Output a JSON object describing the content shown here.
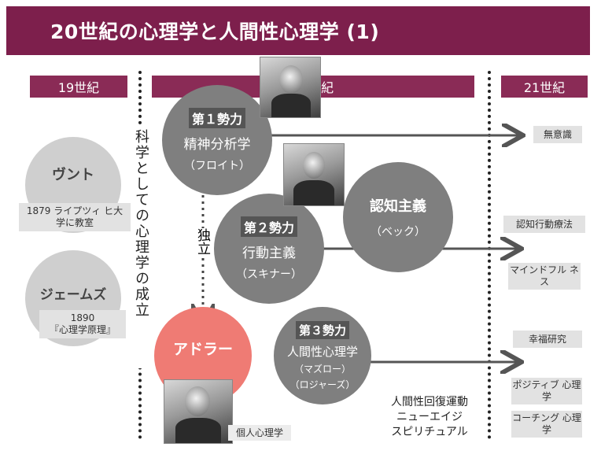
{
  "title": "20世紀の心理学と人間性心理学 (1)",
  "eras": {
    "c19": "19世紀",
    "c20": "20世紀",
    "c21": "21世紀"
  },
  "vertical_text": "科学としての心理学の成立",
  "independence": "独立",
  "wundt": {
    "name": "ヴント",
    "note": "1879 ライプツィ ヒ大学に教室"
  },
  "james": {
    "name": "ジェームズ",
    "note_year": "1890",
    "note_title": "『心理学原理』"
  },
  "force1": {
    "label": "第１勢力",
    "name": "精神分析学",
    "person": "（フロイト）"
  },
  "force2": {
    "label": "第２勢力",
    "name": "行動主義",
    "person": "（スキナー）"
  },
  "cognitive": {
    "name": "認知主義",
    "person": "（ベック）"
  },
  "force3": {
    "label": "第３勢力",
    "name": "人間性心理学",
    "person1": "（マズロー）",
    "person2": "（ロジャーズ）"
  },
  "adler": {
    "name": "アドラー",
    "caption": "個人心理学"
  },
  "movement": {
    "line1": "人間性回復運動",
    "line2": "ニューエイジ",
    "line3": "スピリチュアル"
  },
  "outcomes": {
    "unconscious": "無意識",
    "cbt": "認知行動療法",
    "mindfulness": "マインドフル ネス",
    "happiness": "幸福研究",
    "positive": "ポジティブ 心理学",
    "coaching": "コーチング 心理学"
  },
  "colors": {
    "header": "#7d1f4c",
    "era": "#8a2b56",
    "circle": "#7f7f7f",
    "adler": "#ef7b74"
  }
}
